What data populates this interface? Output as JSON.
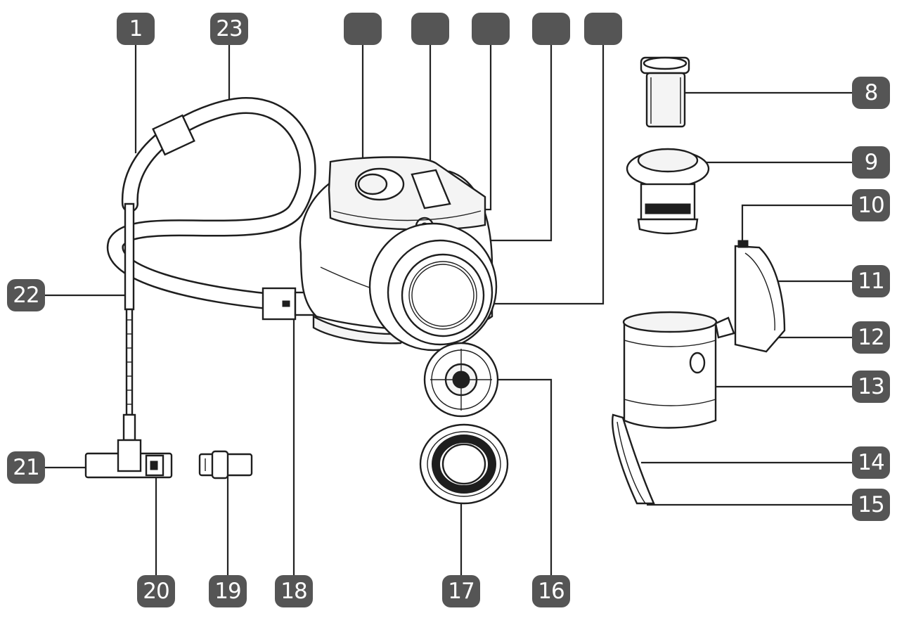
{
  "diagram": {
    "badge_color": "#555555",
    "line_color": "#222222",
    "callouts": {
      "c1": "1",
      "c23": "23",
      "c2": "",
      "c3": "",
      "c4": "",
      "c5": "",
      "c6": "",
      "c8": "8",
      "c9": "9",
      "c10": "10",
      "c11": "11",
      "c12": "12",
      "c13": "13",
      "c14": "14",
      "c15": "15",
      "c16": "16",
      "c17": "17",
      "c18": "18",
      "c19": "19",
      "c20": "20",
      "c21": "21",
      "c22": "22"
    }
  }
}
